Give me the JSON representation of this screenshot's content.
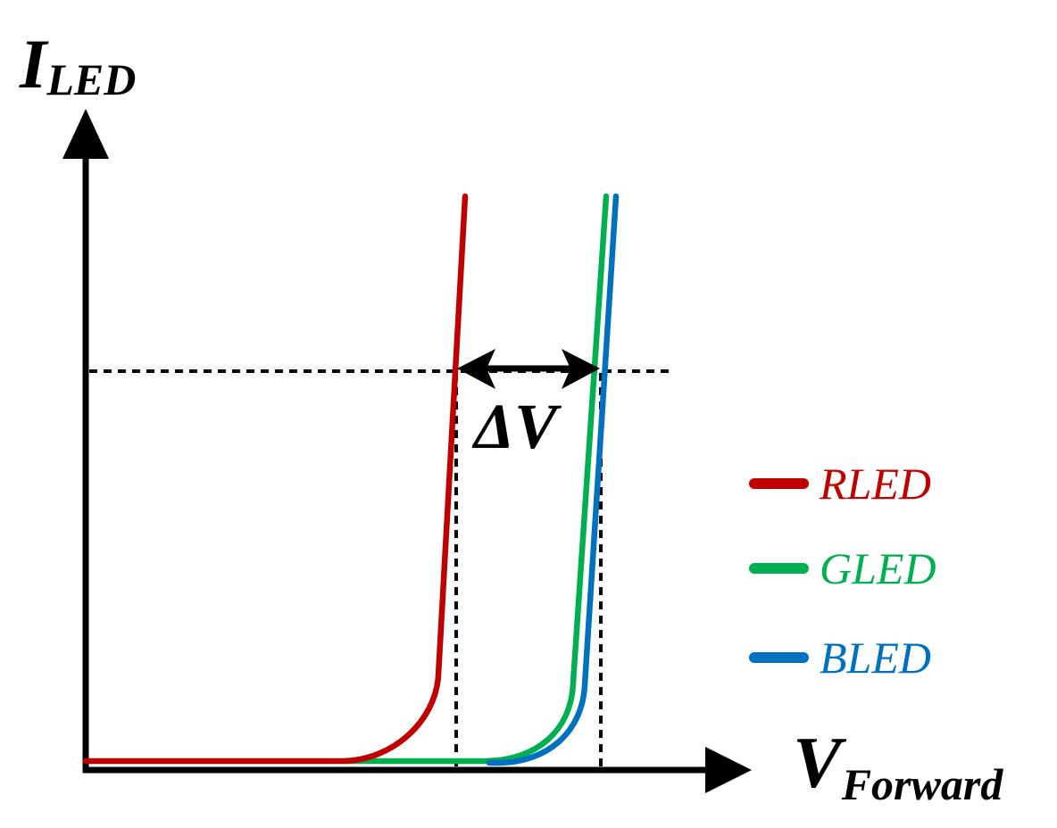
{
  "y_axis": {
    "label_main": "I",
    "label_sub": "LED"
  },
  "x_axis": {
    "label_main": "V",
    "label_sub": "Forward"
  },
  "delta_label": {
    "symbol": "Δ",
    "var": "V"
  },
  "legend": [
    {
      "label": "RLED",
      "color": "#c00000"
    },
    {
      "label": "GLED",
      "color": "#00b050"
    },
    {
      "label": "BLED",
      "color": "#0070c0"
    }
  ],
  "colors": {
    "axis": "#000000",
    "dash": "#000000"
  }
}
